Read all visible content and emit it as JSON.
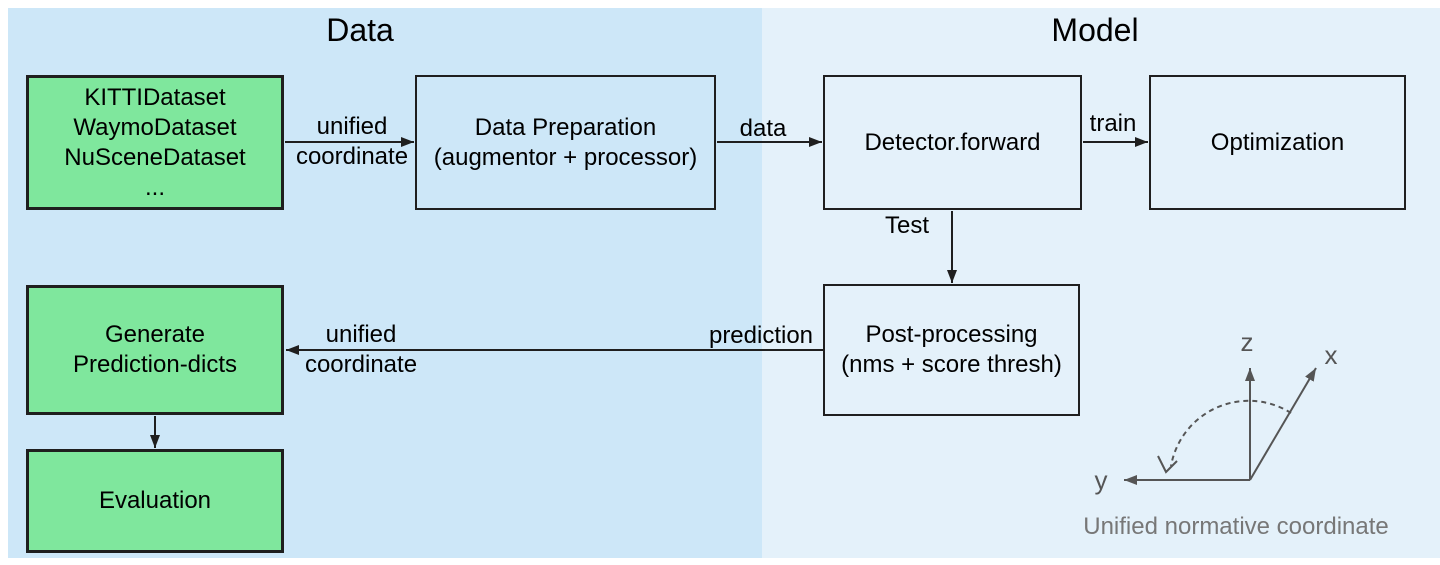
{
  "panels": {
    "data": {
      "title": "Data"
    },
    "model": {
      "title": "Model"
    }
  },
  "boxes": {
    "datasets": {
      "lines": [
        "KITTIDataset",
        "WaymoDataset",
        "NuSceneDataset",
        "..."
      ]
    },
    "data_preparation": {
      "lines": [
        "Data Preparation",
        "(augmentor + processor)"
      ]
    },
    "detector_forward": {
      "label": "Detector.forward"
    },
    "optimization": {
      "label": "Optimization"
    },
    "post_processing": {
      "lines": [
        "Post-processing",
        "(nms + score thresh)"
      ]
    },
    "generate_prediction": {
      "lines": [
        "Generate",
        "Prediction-dicts"
      ]
    },
    "evaluation": {
      "label": "Evaluation"
    }
  },
  "edges": {
    "unified_top": {
      "lines": [
        "unified",
        "coordinate"
      ]
    },
    "data_label": "data",
    "train_label": "train",
    "test_label": "Test",
    "prediction_label": "prediction",
    "unified_bottom": {
      "lines": [
        "unified",
        "coordinate"
      ]
    }
  },
  "axes": {
    "z": "z",
    "x": "x",
    "y": "y",
    "caption": "Unified normative coordinate"
  },
  "colors": {
    "panel_data_bg": "#cde7f8",
    "panel_model_bg": "#e4f1fa",
    "green_fill": "#7fe79d",
    "border": "#1f1f1f",
    "arrow": "#1f1f1f",
    "axes_gray": "#555555",
    "caption_gray": "#777777"
  }
}
